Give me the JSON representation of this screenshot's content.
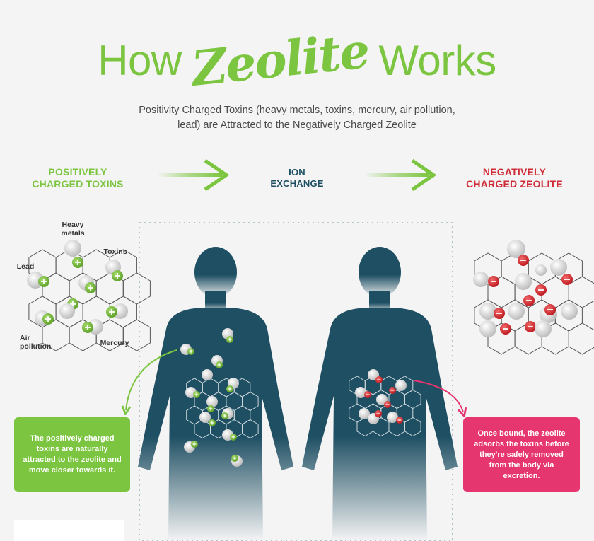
{
  "title": {
    "part1": "How",
    "part2": "Zeolite",
    "part3": "Works"
  },
  "subtitle": {
    "line1": "Positivity Charged Toxins (heavy metals, toxins, mercury, air pollution,",
    "line2": "lead) are Attracted to the Negatively Charged Zeolite"
  },
  "labels": {
    "positive": {
      "line1": "POSITIVELY",
      "line2": "CHARGED TOXINS"
    },
    "ion": {
      "line1": "ION",
      "line2": "EXCHANGE"
    },
    "negative": {
      "line1": "NEGATIVELY",
      "line2": "CHARGED ZEOLITE"
    }
  },
  "toxin_labels": {
    "heavy_metals": {
      "line1": "Heavy",
      "line2": "metals"
    },
    "toxins": "Toxins",
    "lead": "Lead",
    "air_pollution": {
      "line1": "Air",
      "line2": "pollution"
    },
    "mercury": "Mercury"
  },
  "callouts": {
    "left": "The positively charged toxins are naturally attracted to the zeolite and move closer towards it.",
    "right": "Once bound, the zeolite adsorbs the toxins before they're safely removed from the body via excretion."
  },
  "colors": {
    "green": "#7cc540",
    "dark_blue": "#1e4f63",
    "red": "#cf2b37",
    "pink": "#e5366f",
    "particle_gray": "#d9d9d9"
  },
  "icons": {
    "arrow": "arrow-right-icon",
    "plus": "plus-icon",
    "minus": "minus-icon"
  }
}
